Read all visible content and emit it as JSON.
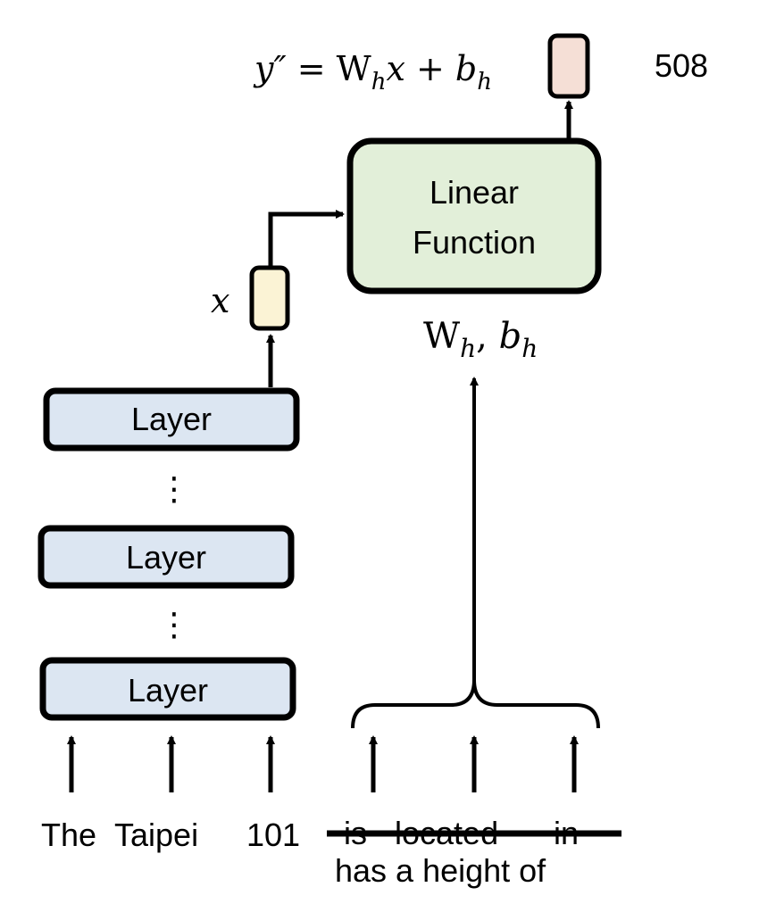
{
  "formula": {
    "y_lhs": "y″",
    "equals": " = ",
    "W": "W",
    "W_sub": "h",
    "x_term": "x",
    "plus": " + ",
    "b": "b",
    "b_sub": "h"
  },
  "output_value": "508",
  "linear_box": {
    "line1": "Linear",
    "line2": "Function"
  },
  "params": {
    "W": "W",
    "W_sub": "h",
    "sep": ", ",
    "b": "b",
    "b_sub": "h"
  },
  "x_label": "x",
  "layers": [
    "Layer",
    "Layer",
    "Layer"
  ],
  "vdots": "⋮",
  "tokens": {
    "the": "The",
    "taipei": "Taipei",
    "num": "101",
    "struck": [
      "is",
      "located",
      "in"
    ],
    "replacement": "has a height of"
  },
  "colors": {
    "layer_fill": "#dce6f2",
    "linear_fill": "#e2efd9",
    "x_fill": "#fbf3d5",
    "out_fill": "#f5dfd6",
    "stroke": "#000000"
  }
}
